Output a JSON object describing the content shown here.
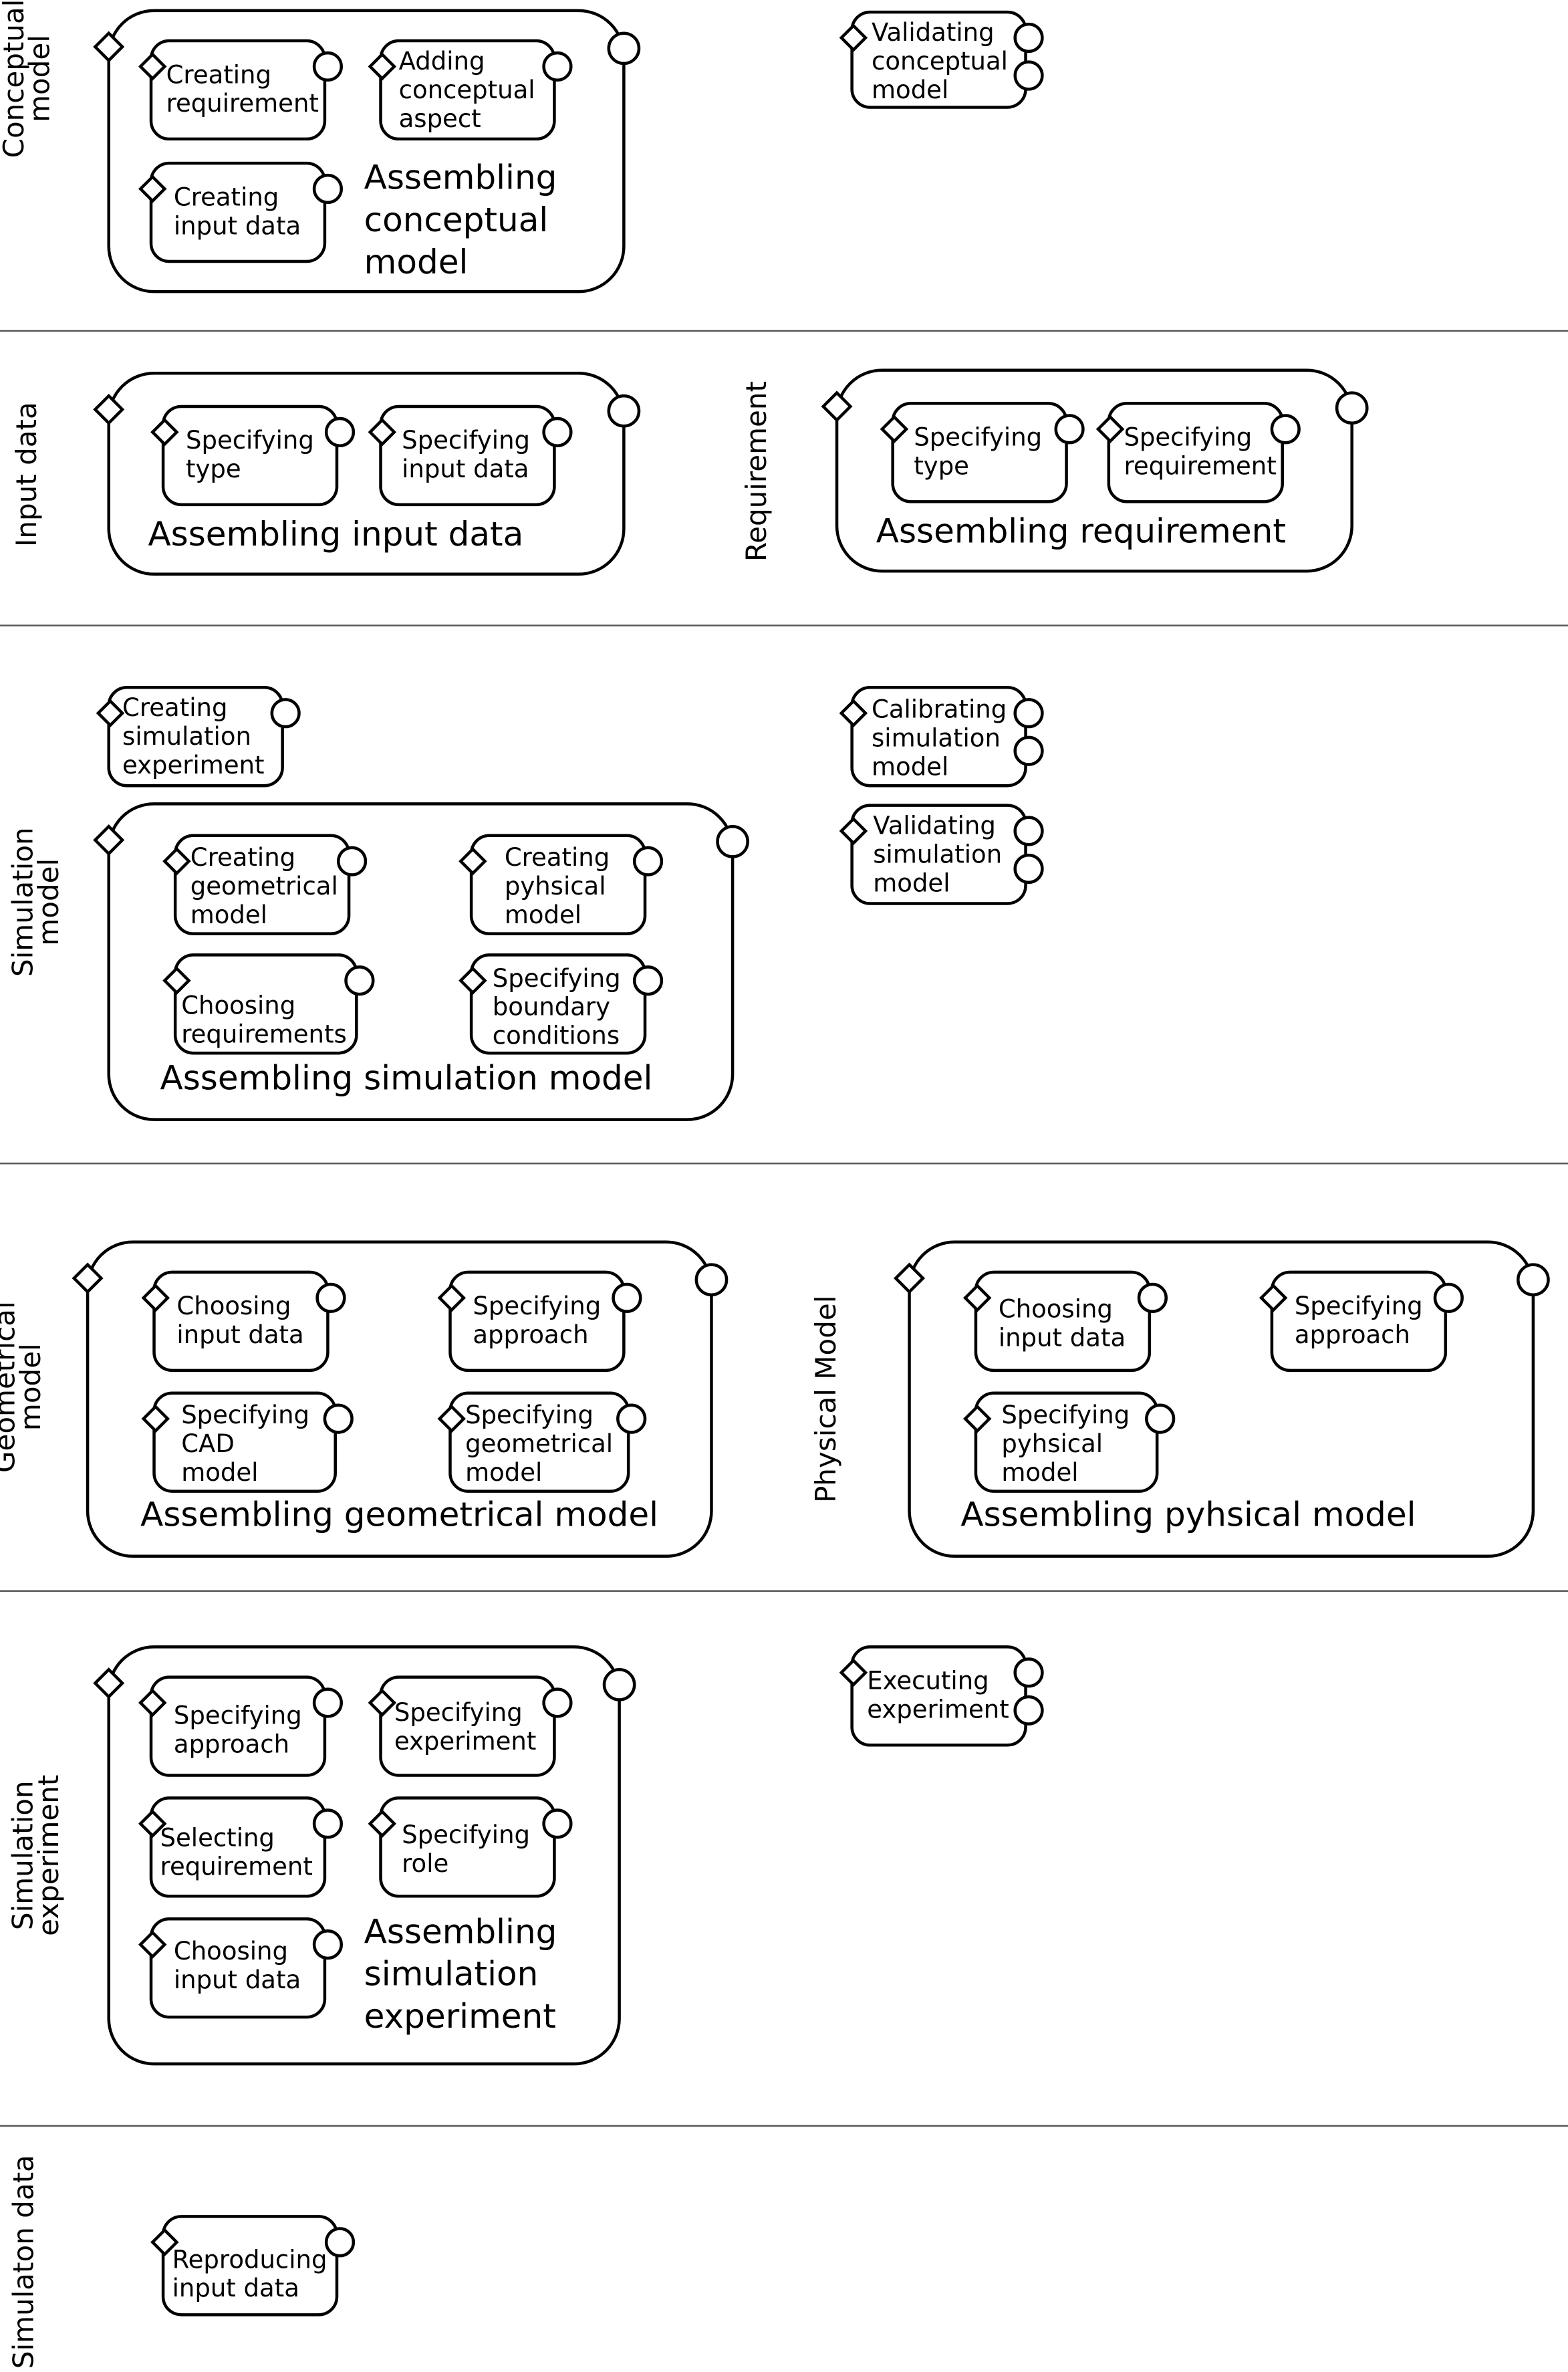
{
  "lanes": [
    {
      "id": "conceptual",
      "label": [
        "Conceptual",
        "model"
      ]
    },
    {
      "id": "input-data",
      "label": [
        "Input data"
      ]
    },
    {
      "id": "requirement",
      "label": [
        "Requirement"
      ]
    },
    {
      "id": "simulation-model",
      "label": [
        "Simulation",
        "model"
      ]
    },
    {
      "id": "geometrical",
      "label": [
        "Geometrical",
        "model"
      ]
    },
    {
      "id": "physical",
      "label": [
        "Physical Model"
      ]
    },
    {
      "id": "simulation-experiment",
      "label": [
        "Simulation",
        "experiment"
      ]
    },
    {
      "id": "simulation-data",
      "label": [
        "Simulaton data"
      ]
    }
  ],
  "composites": [
    {
      "id": "assembling-conceptual-model",
      "title": [
        "Assembling",
        "conceptual",
        "model"
      ],
      "children": [
        {
          "id": "creating-requirement",
          "lines": [
            "Creating",
            "requirement"
          ]
        },
        {
          "id": "adding-conceptual-aspect",
          "lines": [
            "Adding",
            "conceptual",
            "aspect"
          ]
        },
        {
          "id": "creating-input-data",
          "lines": [
            "Creating",
            "input data"
          ]
        }
      ]
    },
    {
      "id": "assembling-input-data",
      "title": [
        "Assembling input data"
      ],
      "children": [
        {
          "id": "specifying-type-input",
          "lines": [
            "Specifying",
            "type"
          ]
        },
        {
          "id": "specifying-input-data",
          "lines": [
            "Specifying",
            "input data"
          ]
        }
      ]
    },
    {
      "id": "assembling-requirement",
      "title": [
        "Assembling requirement"
      ],
      "children": [
        {
          "id": "specifying-type-req",
          "lines": [
            "Specifying",
            "type"
          ]
        },
        {
          "id": "specifying-requirement",
          "lines": [
            "Specifying",
            "requirement"
          ]
        }
      ]
    },
    {
      "id": "assembling-simulation-model",
      "title": [
        "Assembling simulation model"
      ],
      "children": [
        {
          "id": "creating-geometrical-model",
          "lines": [
            "Creating",
            "geometrical",
            "model"
          ]
        },
        {
          "id": "creating-pyhsical-model",
          "lines": [
            "Creating",
            "pyhsical",
            "model"
          ]
        },
        {
          "id": "choosing-requirements",
          "lines": [
            "Choosing",
            "requirements"
          ]
        },
        {
          "id": "specifying-boundary-conditions",
          "lines": [
            "Specifying",
            "boundary",
            "conditions"
          ]
        }
      ]
    },
    {
      "id": "assembling-geometrical-model",
      "title": [
        "Assembling geometrical model"
      ],
      "children": [
        {
          "id": "choosing-input-data-geo",
          "lines": [
            "Choosing",
            "input data"
          ]
        },
        {
          "id": "specifying-approach-geo",
          "lines": [
            "Specifying",
            "approach"
          ]
        },
        {
          "id": "specifying-cad-model",
          "lines": [
            "Specifying",
            "CAD",
            "model"
          ]
        },
        {
          "id": "specifying-geometrical-model",
          "lines": [
            "Specifying",
            "geometrical",
            "model"
          ]
        }
      ]
    },
    {
      "id": "assembling-pyhsical-model",
      "title": [
        "Assembling pyhsical model"
      ],
      "children": [
        {
          "id": "choosing-input-data-phys",
          "lines": [
            "Choosing",
            "input data"
          ]
        },
        {
          "id": "specifying-approach-phys",
          "lines": [
            "Specifying",
            "approach"
          ]
        },
        {
          "id": "specifying-pyhsical-model",
          "lines": [
            "Specifying",
            "pyhsical",
            "model"
          ]
        }
      ]
    },
    {
      "id": "assembling-simulation-experiment",
      "title": [
        "Assembling",
        "simulation",
        "experiment"
      ],
      "children": [
        {
          "id": "specifying-approach-exp",
          "lines": [
            "Specifying",
            "approach"
          ]
        },
        {
          "id": "specifying-experiment",
          "lines": [
            "Specifying",
            "experiment"
          ]
        },
        {
          "id": "selecting-requirement",
          "lines": [
            "Selecting",
            "requirement"
          ]
        },
        {
          "id": "specifying-role",
          "lines": [
            "Specifying",
            "role"
          ]
        },
        {
          "id": "choosing-input-data-exp",
          "lines": [
            "Choosing",
            "input data"
          ]
        }
      ]
    }
  ],
  "standalone": [
    {
      "id": "validating-conceptual-model",
      "lines": [
        "Validating",
        "conceptual",
        "model"
      ]
    },
    {
      "id": "creating-simulation-experiment",
      "lines": [
        "Creating",
        "simulation",
        "experiment"
      ]
    },
    {
      "id": "calibrating-simulation-model",
      "lines": [
        "Calibrating",
        "simulation",
        "model"
      ]
    },
    {
      "id": "validating-simulation-model",
      "lines": [
        "Validating",
        "simulation",
        "model"
      ]
    },
    {
      "id": "executing-experiment",
      "lines": [
        "Executing",
        "experiment"
      ]
    },
    {
      "id": "reproducing-input-data",
      "lines": [
        "Reproducing",
        "input data"
      ]
    }
  ]
}
